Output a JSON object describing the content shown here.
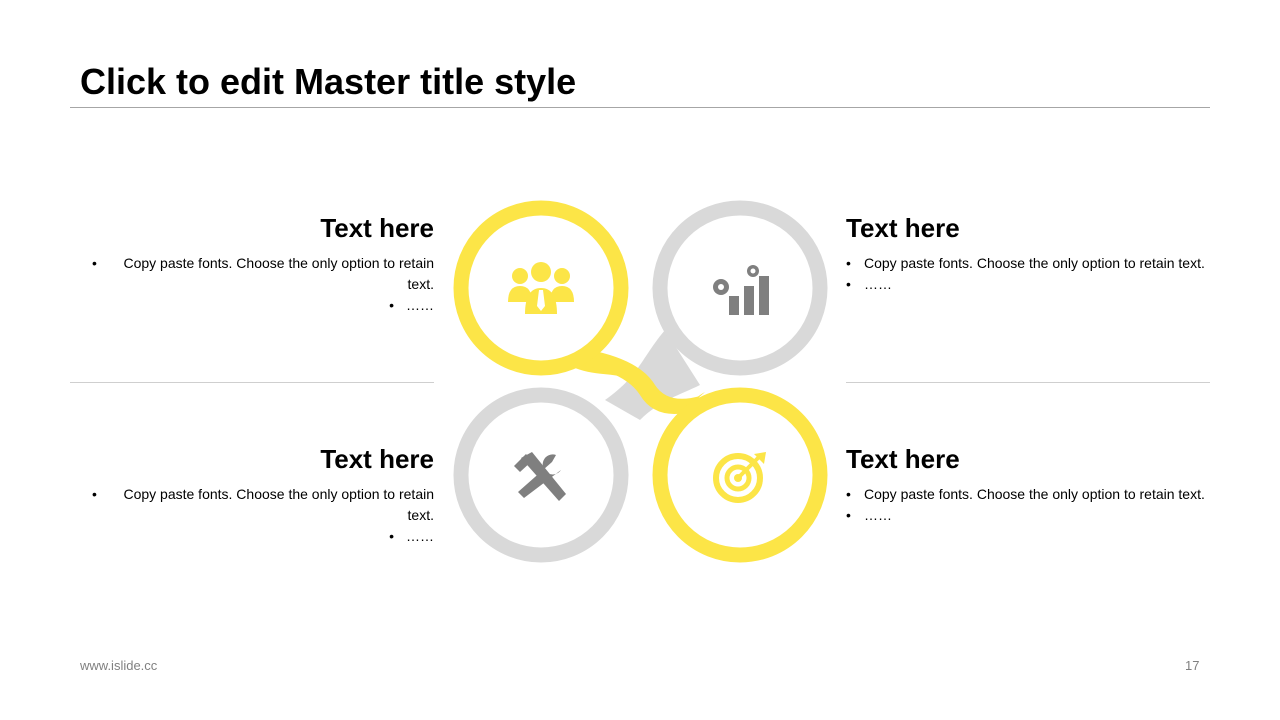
{
  "colors": {
    "accent_yellow": "#FCE547",
    "ring_gray": "#D9D9D9",
    "icon_gray": "#7F7F7F",
    "rule_gray": "#A6A6A6"
  },
  "slide": {
    "title": "Click to edit Master title style"
  },
  "blocks": {
    "top_left": {
      "heading": "Text here",
      "bullets": [
        "Copy paste fonts. Choose the only option to retain text.",
        "……"
      ],
      "icon": "team-icon"
    },
    "top_right": {
      "heading": "Text here",
      "bullets": [
        "Copy paste fonts. Choose the only option to retain text.",
        "……"
      ],
      "icon": "growth-gears-icon"
    },
    "bottom_left": {
      "heading": "Text here",
      "bullets": [
        "Copy paste fonts. Choose the only option to retain text.",
        "……"
      ],
      "icon": "tools-icon"
    },
    "bottom_right": {
      "heading": "Text here",
      "bullets": [
        "Copy paste fonts. Choose the only option to retain text.",
        "……"
      ],
      "icon": "target-icon"
    }
  },
  "bullet_glyph": "•",
  "footer": {
    "url": "www.islide.cc",
    "page_number": "17"
  }
}
